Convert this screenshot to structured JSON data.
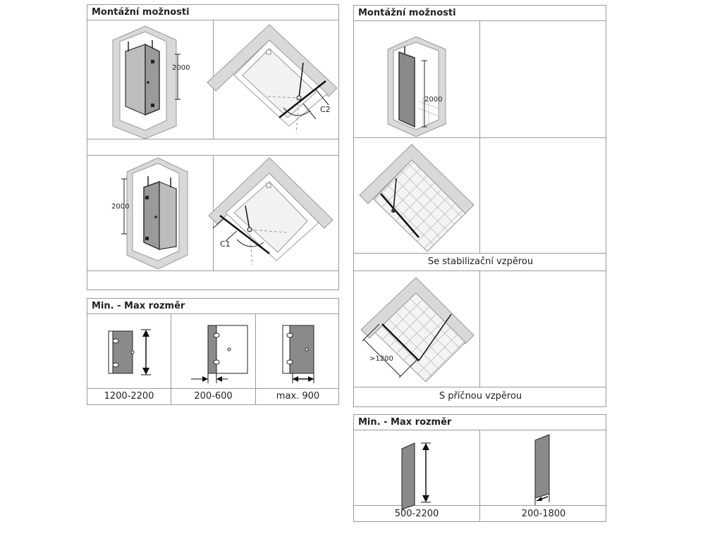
{
  "left_mount": {
    "title": "Montážní možnosti",
    "row1": {
      "height_label": "2000",
      "gap_label": "C2"
    },
    "row2": {
      "height_label": "2000",
      "gap_label": "C1"
    }
  },
  "left_minmax": {
    "title": "Min. - Max rozměr",
    "captions": [
      "1200-2200",
      "200-600",
      "max. 900"
    ]
  },
  "right_mount": {
    "title": "Montážní možnosti",
    "row1": {
      "height_label": "2000"
    },
    "row2": {
      "caption": "Se stabilizační vzpěrou"
    },
    "row3": {
      "width_label": ">1200",
      "caption": "S příčnou vzpěrou"
    }
  },
  "right_minmax": {
    "title": "Min. - Max rozměr",
    "captions": [
      "500-2200",
      "200-1800"
    ]
  },
  "colors": {
    "border": "#9a9a9a",
    "glass": "#8a8a8a",
    "wall": "#d9d9d9",
    "tile_line": "#bbbbbb"
  }
}
